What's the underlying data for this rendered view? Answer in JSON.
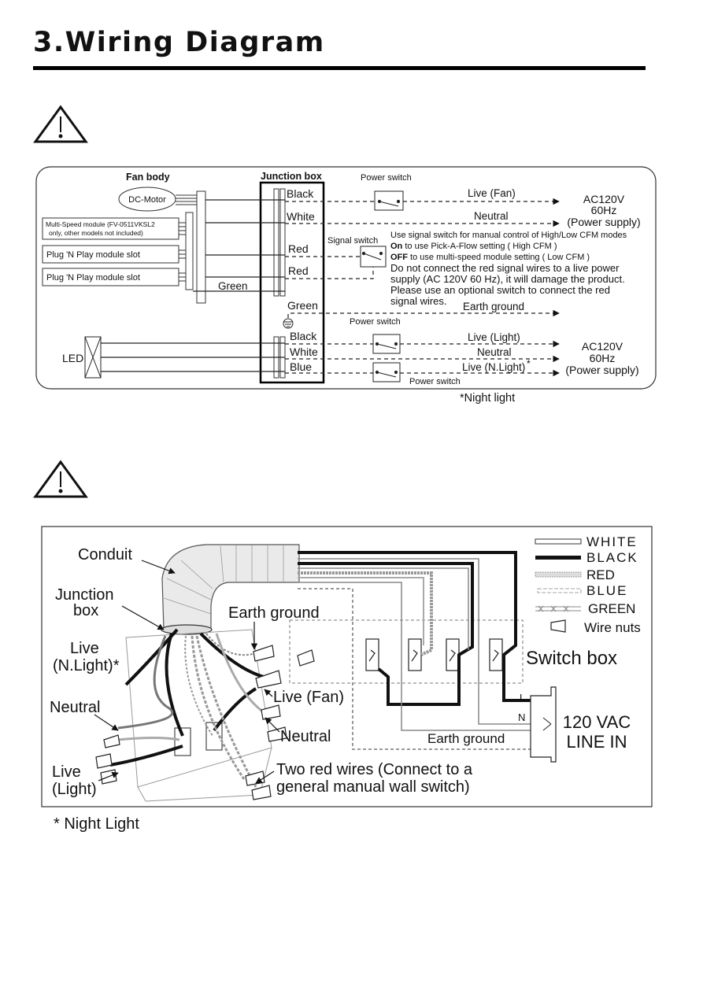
{
  "header": {
    "title": "3.Wiring Diagram"
  },
  "schematic": {
    "fan_body": "Fan body",
    "junction_box": "Junction box",
    "dc_motor": "DC-Motor",
    "multi_speed_line1": "Multi-Speed module (FV-0511VKSL2",
    "multi_speed_line2": "only, other models not included)",
    "plug_slot_1": "Plug 'N Play module slot",
    "plug_slot_2": "Plug 'N Play module slot",
    "green_left": "Green",
    "wire_black": "Black",
    "wire_white": "White",
    "wire_red_1": "Red",
    "wire_red_2": "Red",
    "wire_green": "Green",
    "wire_black_2": "Black",
    "wire_white_2": "White",
    "wire_blue": "Blue",
    "power_switch_1": "Power switch",
    "power_switch_2": "Power switch",
    "power_switch_3": "Power switch",
    "signal_switch": "Signal switch",
    "live_fan": "Live (Fan)",
    "neutral_1": "Neutral",
    "neutral_2": "Neutral",
    "live_light": "Live (Light)",
    "live_nlight": "Live (N.Light)",
    "nlight_star": "*",
    "earth_ground": "Earth ground",
    "led": "LED",
    "ac_1": "AC120V",
    "hz_1": "60Hz",
    "ps_1": "(Power supply)",
    "ac_2": "AC120V",
    "hz_2": "60Hz",
    "ps_2": "(Power supply)",
    "note_1": "Use signal switch for manual control of High/Low CFM modes",
    "note_on_bold": "On",
    "note_on_rest": " to use Pick-A-Flow setting ( High CFM )",
    "note_off_bold": "OFF",
    "note_off_rest": " to use multi-speed module setting ( Low CFM )",
    "note_3": "Do not connect the red signal wires to a live power",
    "note_4": "supply (AC 120V 60 Hz), it will damage the product.",
    "note_5": "Please use an optional switch to connect the red",
    "note_6": "signal wires.",
    "night_light_note": "*Night light"
  },
  "illustration": {
    "conduit": "Conduit",
    "junction_box_1": "Junction",
    "junction_box_2": "box",
    "earth_ground": "Earth ground",
    "live_nlight_1": "Live",
    "live_nlight_2": "(N.Light)*",
    "neutral_left": "Neutral",
    "live_light_1": "Live",
    "live_light_2": "(Light)",
    "live_fan": "Live (Fan)",
    "neutral_right": "Neutral",
    "two_red_1": "Two red wires (Connect to a",
    "two_red_2": "general manual wall switch)",
    "switch_box": "Switch box",
    "earth_ground_2": "Earth ground",
    "line_in_1": "120 VAC",
    "line_in_2": "LINE IN",
    "L": "L",
    "N": "N",
    "legend": {
      "white": "WHITE",
      "black": "BLACK",
      "red": "RED",
      "blue": "BLUE",
      "green": "GREEN",
      "wire_nuts": "Wire nuts"
    }
  },
  "footnote": "* Night Light"
}
